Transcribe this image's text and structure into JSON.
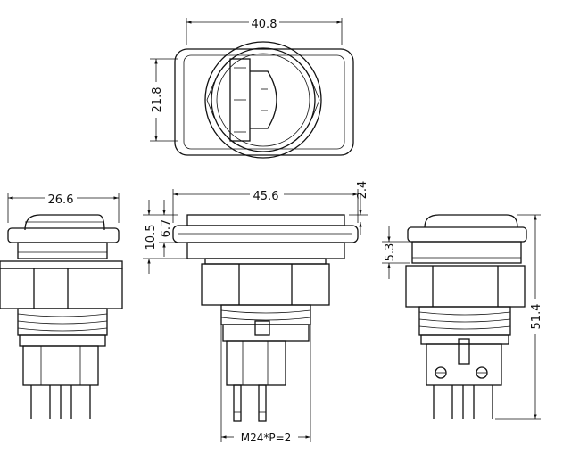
{
  "drawing": {
    "top_view": {
      "width_label": "40.8",
      "height_label": "21.8"
    },
    "left_view": {
      "cap_width_label": "26.6"
    },
    "front_view": {
      "width_label": "45.6",
      "step_label": "2.4",
      "total_height_label": "10.5",
      "cap_height_label": "6.7",
      "thread_label": "M24*P=2"
    },
    "right_view": {
      "cap_offset_label": "5.3",
      "overall_height_label": "51.4"
    }
  }
}
